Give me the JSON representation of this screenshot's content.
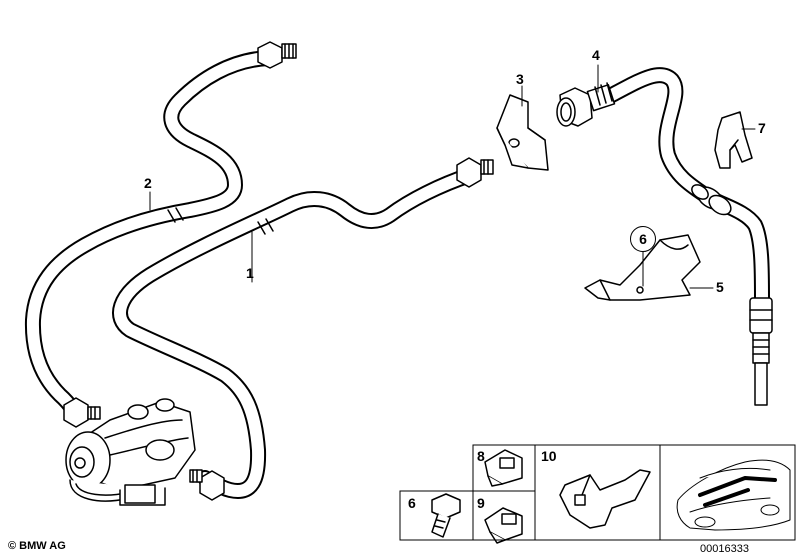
{
  "callouts": {
    "c1": "1",
    "c2": "2",
    "c3": "3",
    "c4": "4",
    "c5": "5",
    "c6": "6",
    "c7": "7",
    "c8": "8",
    "c9": "9",
    "c10": "10",
    "c6b": "6"
  },
  "footer": {
    "brand": "© BMW AG",
    "code": "00016333"
  }
}
